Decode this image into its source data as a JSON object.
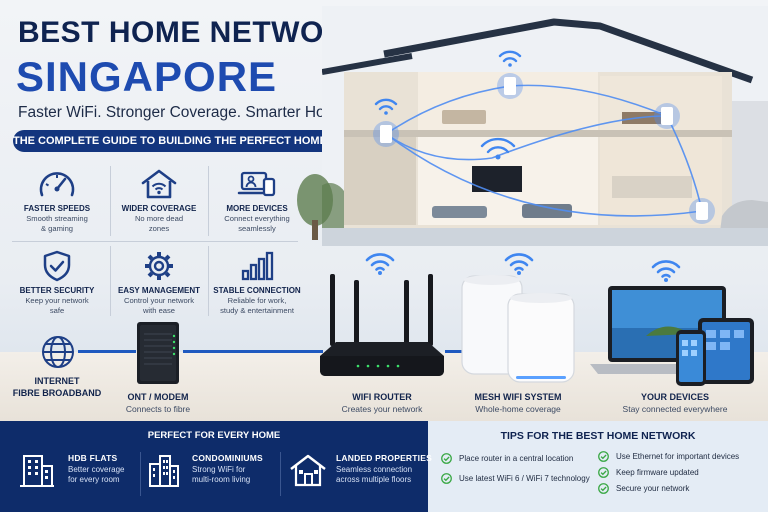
{
  "header": {
    "title_line1": "BEST HOME NETWORK",
    "title_line2": "SINGAPORE",
    "tagline": "Faster WiFi. Stronger Coverage. Smarter Home.",
    "banner": "THE COMPLETE GUIDE TO BUILDING THE PERFECT HOME NETWORK"
  },
  "features": [
    {
      "icon": "speedometer-icon",
      "title": "FASTER SPEEDS",
      "desc_line1": "Smooth streaming",
      "desc_line2": "& gaming"
    },
    {
      "icon": "home-wifi-icon",
      "title": "WIDER COVERAGE",
      "desc_line1": "No more dead",
      "desc_line2": "zones"
    },
    {
      "icon": "devices-icon",
      "title": "MORE DEVICES",
      "desc_line1": "Connect everything",
      "desc_line2": "seamlessly"
    },
    {
      "icon": "shield-check-icon",
      "title": "BETTER SECURITY",
      "desc_line1": "Keep your network",
      "desc_line2": "safe"
    },
    {
      "icon": "gear-icon",
      "title": "EASY MANAGEMENT",
      "desc_line1": "Control your network",
      "desc_line2": "with ease"
    },
    {
      "icon": "signal-bars-icon",
      "title": "STABLE CONNECTION",
      "desc_line1": "Reliable for work,",
      "desc_line2": "study & entertainment"
    }
  ],
  "devices": {
    "internet": {
      "title_line1": "INTERNET",
      "title_line2": "FIBRE BROADBAND"
    },
    "ont": {
      "title": "ONT / MODEM",
      "desc": "Connects to fibre"
    },
    "router": {
      "title": "WIFI ROUTER",
      "desc": "Creates your network"
    },
    "mesh": {
      "title": "MESH WIFI SYSTEM",
      "desc": "Whole-home coverage"
    },
    "yours": {
      "title": "YOUR DEVICES",
      "desc": "Stay connected everywhere"
    }
  },
  "homes": {
    "title": "PERFECT FOR EVERY HOME",
    "items": [
      {
        "icon": "hdb-building-icon",
        "title": "HDB FLATS",
        "desc_line1": "Better coverage",
        "desc_line2": "for every room"
      },
      {
        "icon": "condo-building-icon",
        "title": "CONDOMINIUMS",
        "desc_line1": "Strong WiFi for",
        "desc_line2": "multi-room living"
      },
      {
        "icon": "landed-house-icon",
        "title": "LANDED PROPERTIES",
        "desc_line1": "Seamless connection",
        "desc_line2": "across multiple floors"
      }
    ]
  },
  "tips": {
    "title": "TIPS FOR THE BEST HOME NETWORK",
    "items": [
      "Place router in a central location",
      "Use latest WiFi 6 / WiFi 7 technology",
      "Use Ethernet for important devices",
      "Keep firmware updated",
      "Secure your network"
    ]
  },
  "colors": {
    "navy": "#0f2350",
    "accent_blue": "#1e4bb0",
    "banner": "#13357e",
    "panel_dark": "#0e2c6a",
    "panel_light": "#e4ecf5",
    "check_green": "#3aa845"
  }
}
